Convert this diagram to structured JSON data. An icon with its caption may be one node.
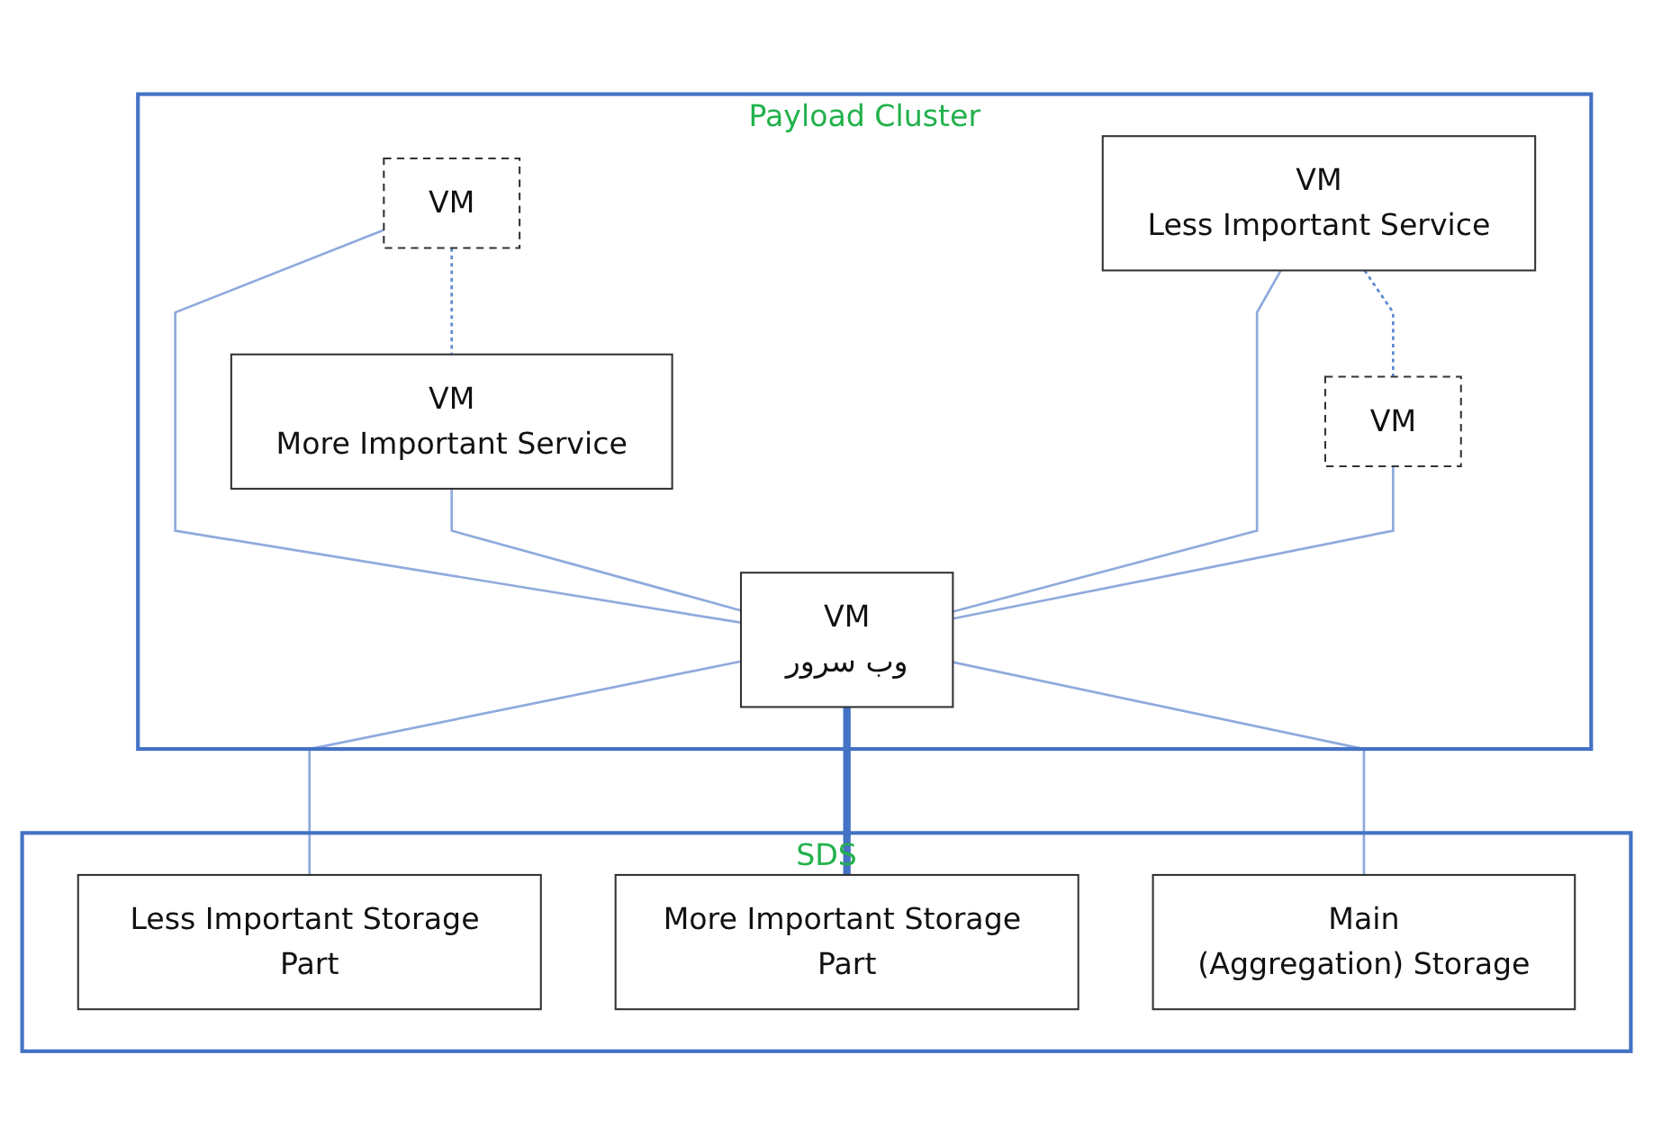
{
  "diagram": {
    "nodes": [
      {
        "text": [
          "Payload Cluster"
        ]
      },
      {
        "text": [
          "VM"
        ],
        "in": 0
      },
      {
        "text": [
          "VM",
          "More Important Service"
        ],
        "in": 0
      },
      {
        "text": [
          "VM",
          "Less Important Service"
        ],
        "in": 0
      },
      {
        "text": [
          "VM"
        ],
        "in": 0
      },
      {
        "text": [
          "VM",
          "وب سرور"
        ],
        "in": 0
      },
      {
        "text": [
          "SDS"
        ]
      },
      {
        "text": [
          "Less Important Storage Part"
        ],
        "in": 6
      },
      {
        "text": [
          "More Important Storage Part"
        ],
        "in": 6
      },
      {
        "text": [
          "Main",
          "(Aggregation) Storage"
        ],
        "in": 6
      }
    ],
    "edges": [
      {
        "from": 1,
        "to": 2,
        "arrow": "none",
        "style": "dashed"
      },
      {
        "from": 3,
        "to": 4,
        "arrow": "none",
        "style": "dashed"
      },
      {
        "from": 1,
        "to": 5,
        "arrow": "none"
      },
      {
        "from": 2,
        "to": 5,
        "arrow": "none"
      },
      {
        "from": 3,
        "to": 5,
        "arrow": "none"
      },
      {
        "from": 4,
        "to": 5,
        "arrow": "none"
      },
      {
        "from": 5,
        "to": 7,
        "arrow": "none"
      },
      {
        "from": 5,
        "to": 8,
        "arrow": "none",
        "style": "thick",
        "color": "#4472c4"
      },
      {
        "from": 5,
        "to": 9,
        "arrow": "none"
      }
    ]
  }
}
